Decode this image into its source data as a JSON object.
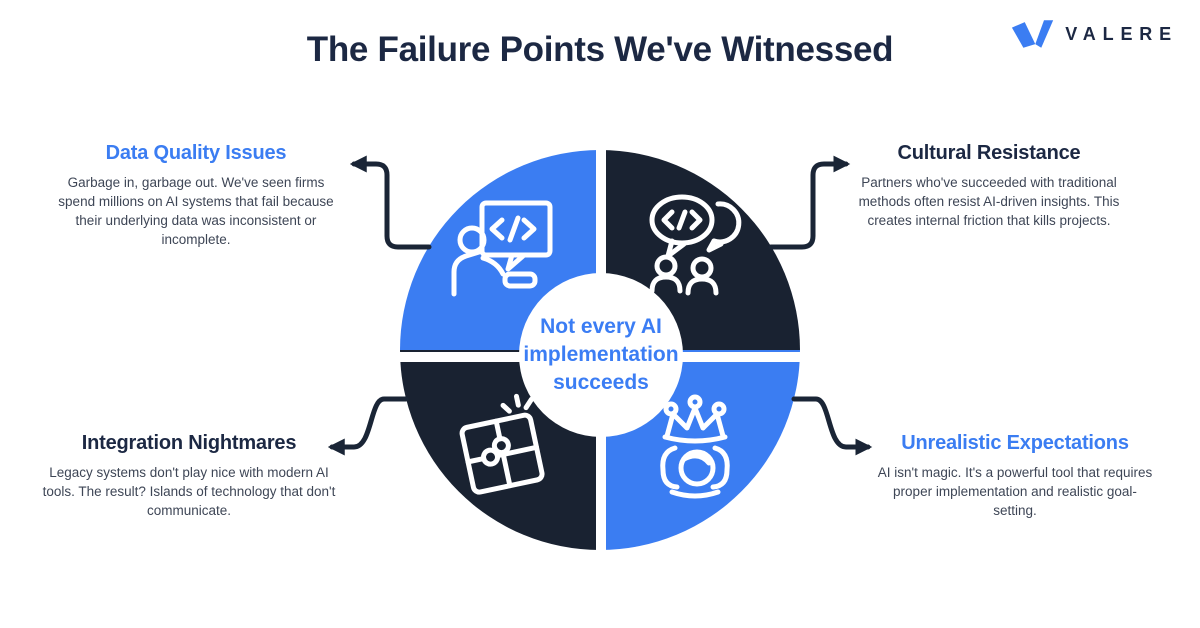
{
  "page": {
    "title": "The Failure Points We've Witnessed"
  },
  "logo": {
    "brand": "VALERE",
    "icon": "valere-v-icon",
    "icon_color": "#3B7DF2",
    "text_color": "#1C2843"
  },
  "center": {
    "text": "Not every AI implementation succeeds",
    "text_color": "#3B7DF4"
  },
  "colors": {
    "blue": "#3B7DF2",
    "navy": "#192231",
    "arrow": "#1A2536",
    "title_dark": "#1C2843",
    "body_text": "#3E4656",
    "background": "#FFFFFF",
    "icon_stroke": "#FFFFFF"
  },
  "diagram": {
    "type": "four-quadrant-donut",
    "quadrants": [
      {
        "position": "top-left",
        "color": "#3B7DF2",
        "icon": "developer-screen-icon"
      },
      {
        "position": "top-right",
        "color": "#192231",
        "icon": "team-chat-icon"
      },
      {
        "position": "bottom-left",
        "color": "#192231",
        "icon": "broken-puzzle-icon"
      },
      {
        "position": "bottom-right",
        "color": "#3B7DF2",
        "icon": "crowned-person-icon"
      }
    ]
  },
  "callouts": [
    {
      "id": "data-quality-issues",
      "title": "Data Quality Issues",
      "title_color": "#3B7DF2",
      "body": "Garbage in, garbage out. We've seen firms spend millions on AI systems that fail because their underlying data was inconsistent or incomplete."
    },
    {
      "id": "cultural-resistance",
      "title": "Cultural Resistance",
      "title_color": "#1C2843",
      "body": "Partners who've succeeded with traditional methods often resist AI-driven insights. This creates internal friction that kills projects."
    },
    {
      "id": "integration-nightmares",
      "title": "Integration Nightmares",
      "title_color": "#1C2843",
      "body": "Legacy systems don't play nice with modern AI tools. The result? Islands of technology that don't communicate."
    },
    {
      "id": "unrealistic-expectations",
      "title": "Unrealistic Expectations",
      "title_color": "#3B7DF2",
      "body": "AI isn't magic. It's a powerful tool that requires proper implementation and realistic goal-setting."
    }
  ]
}
